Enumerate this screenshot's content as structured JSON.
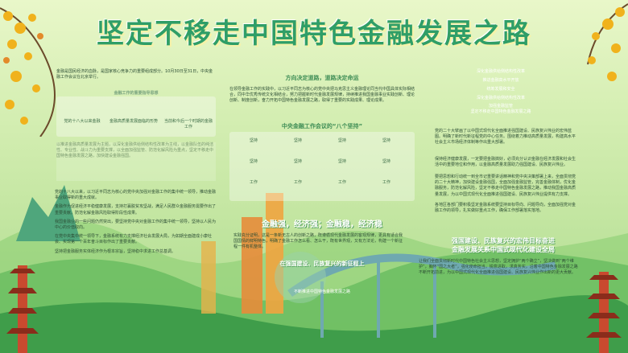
{
  "title": "坚定不移走中国特色金融发展之路",
  "left": {
    "intro": "金融是国民经济的血脉，是国家核心竞争力的重要组成部分。10月30日至31日，中央金融工作会议在北京举行。",
    "sub1": "金融工作的重要指导思想",
    "grid": [
      "党的十八大以来金融",
      "金融高质量发展面临的形势",
      "当前和今后一个时期的金融工作"
    ],
    "note": "以推进金融高质量发展为主题，以深化金融供给侧结构性改革为主线，以金融队伍的纯洁性、专业性、战斗力为重要支撑，以全面加强监管、防范化解风险为重点，坚定不移走中国特色金融发展之路，加快建设金融强国。",
    "bullets": [
      "党的十八大以来，以习近平同志为核心的党中央加强对金融工作的集中统一领导，推动金融事业取得新的重大成就。",
      "金融作为促进经济平稳健康发展，支持打赢脱贫攻坚战，满足人民群众金融服务需要作出了重要贡献，防范化解金融风险取得阶段性成果。",
      "我国金融业的一些问题仍然突出，要坚持党中央对金融工作的集中统一领导，坚持以人民为中心的价值取向。",
      "在党中央集中统一领导下，金融系统有力支撑经济社会发展大局，为如期全面建成小康社会、实现第一个百年奋斗目标作出了重要贡献。",
      "坚持把金融服务实体经济作为根本宗旨，坚持稳中求进工作总基调。"
    ]
  },
  "center": {
    "sub1": "方向决定道路，道路决定命运",
    "para1": "在领导金融工作的实践中，以习近平同志为核心的党中央把马克思主义金融理论同当代中国具体实际相结合，同中华优秀传统文化相结合，努力把握新时代金融发展规律，持续推进我国金融事业实践创新、理论创新、制度创新，奋力开拓中国特色金融发展之路，取得了重要的实践成果、理论成果。",
    "sub2": "中央金融工作会议的“八个坚持”",
    "grid": [
      "坚持",
      "坚持",
      "坚持",
      "坚持",
      "坚持",
      "坚持",
      "坚持",
      "坚持",
      "工作",
      "工作",
      "工作",
      "工作"
    ],
    "sub3": "金融强，经济强；金融稳，经济稳",
    "para2": "实践充分证明，这是一条新无古人的创新之路，既遵循现代金融发展的客观规律，更具有适合我国国情的鲜明特色，明确了金融工作怎么看、怎么干，既有世界观，又有方法论，构建一个新征程一件有机整体。",
    "sub4": "在强国建设、民族复兴的新征程上",
    "para3": "不断推进中国特色金融发展之路"
  },
  "right": {
    "pills": [
      "深化金融供给侧结构性改革",
      "推进金融高水平开放",
      "统筹发展和安全"
    ],
    "pills2": [
      "深化金融供给侧结构性改革",
      "加强金融监管"
    ],
    "note": "坚定不移走中国特色金融发展之路",
    "para1": "党的二十大擘画了以中国式现代化全面推进强国建设、民族复兴伟业的宏伟蓝图。明确了新时代新征程党的中心任务。围绕着力推动高质量发展，构建高水平社会主义市场经济体制等作出重大部署。",
    "para2": "保持经济健康发展，一定要把金融搞好，必须充分认识金融在经济发展和社会生活中的重要地位和作用，以金融高质量发展助力强国建设、民族复兴伟业。",
    "para3": "要把思想和行动统一到全市记重要讲话精神和党中央决策部署上来，全面贯彻党的二十大精神，加快建设金融强国，全面加强金融监管，完善金融体制，优化金融服务，防范化解风险，坚定不移走中国特色金融发展之路，推动我国金融高质量发展，为以中国式现代化全面推进强国建设、民族复兴伟业提供有力支撑。",
    "para4": "各地区各部门要积极坚定金融系统要坚持目标导向、问题导向，全面加强党对金融工作的领导，扎实做好重点工作，确保工作部署落实落地。",
    "subtitle": "强国建设、民族复兴的宏伟目标奋进\n金融发展关系中国式现代化建设全局",
    "para5": "让我们全面贯彻新时代中国特色社会主义思想，坚定拥护“两个确立”，坚决做到“两个维护”，胸怀“国之大者”，强化使命担当，锐意进取，求真务实，沿着中国特色金融发展之路不断开拓前进，为以中国式现代化全面推进强国建设、民族复兴伟业作出新的更大贡献。"
  },
  "icons": [
    "blossom-branch-icon",
    "pagoda-icon",
    "bridge-icon",
    "building-icon",
    "mountain-icon"
  ],
  "colors": {
    "title": "#2f9e67",
    "accent_red": "#c94a2f",
    "gold": "#f0b21c",
    "green": "#3e8d55"
  }
}
